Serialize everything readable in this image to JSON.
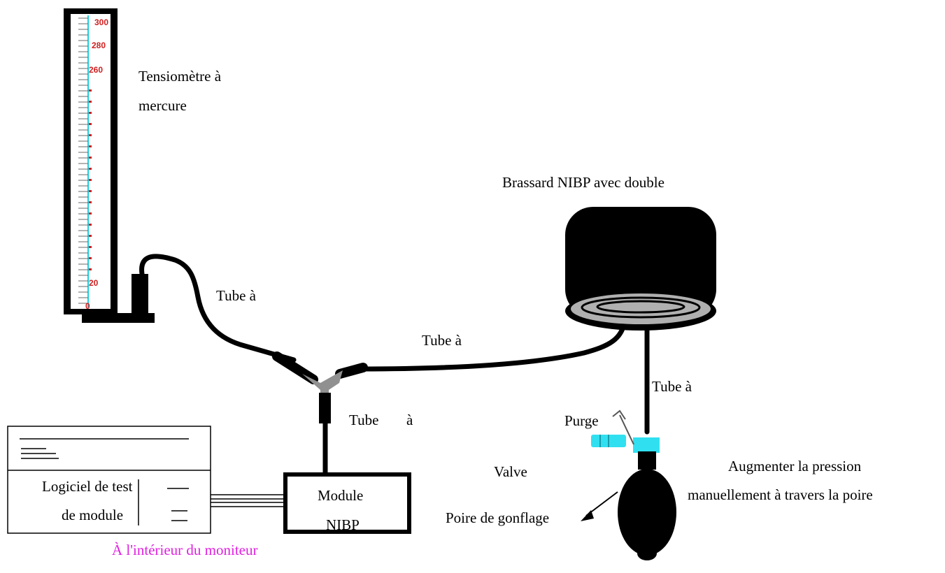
{
  "labels": {
    "tensiometre_line1": "Tensiomètre à",
    "tensiometre_line2": "mercure",
    "brassard": "Brassard NIBP avec double",
    "tube_left": "Tube à",
    "tube_middle": "Tube à",
    "tube_right": "Tube à",
    "tube_bottom_word": "Tube",
    "tube_bottom_a": "à",
    "purge": "Purge",
    "valve": "Valve",
    "augmenter_line1": "Augmenter la pression",
    "augmenter_line2": "manuellement à travers la poire",
    "poire": "Poire de gonflage",
    "module_line1": "Module",
    "module_line2": "NIBP",
    "logiciel_line1": "Logiciel de test",
    "logiciel_line2": "de module",
    "interieur": "À l'intérieur du moniteur"
  },
  "manometer_scale": {
    "ticks": [
      "300",
      "280",
      "260",
      "20",
      "0"
    ]
  },
  "colors": {
    "label_pink": "#e020e0",
    "scale_red": "#d02020",
    "scale_cyan": "#20d0e0",
    "valve_cyan": "#30e0f0",
    "connector_grey": "#909090"
  }
}
